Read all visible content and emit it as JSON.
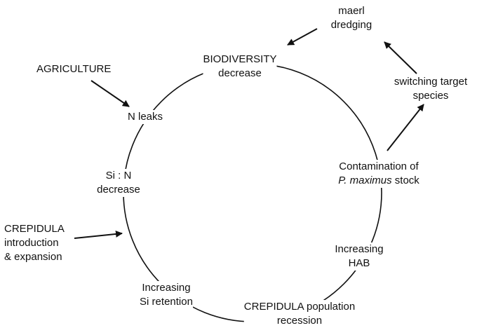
{
  "nodes": {
    "maerl": {
      "lines": [
        "maerl",
        "dredging"
      ]
    },
    "biodiversity": {
      "lines": [
        "BIODIVERSITY",
        "decrease"
      ]
    },
    "agriculture": {
      "lines": [
        "AGRICULTURE"
      ]
    },
    "switching": {
      "lines": [
        "switching target",
        "species"
      ]
    },
    "n_leaks": {
      "lines": [
        "N leaks"
      ]
    },
    "contamination": {
      "line1": "Contamination of",
      "line2_italic": "P. maximus",
      "line2_rest": " stock"
    },
    "si_n": {
      "lines": [
        "Si : N",
        "decrease"
      ]
    },
    "crepidula_intro": {
      "lines": [
        "CREPIDULA",
        "introduction",
        "& expansion"
      ]
    },
    "increasing_hab": {
      "lines": [
        "Increasing",
        "HAB"
      ]
    },
    "increasing_si": {
      "lines": [
        "Increasing",
        "Si retention"
      ]
    },
    "crepidula_recession": {
      "lines": [
        "CREPIDULA population",
        "recession"
      ]
    }
  },
  "style": {
    "ink": "#111111",
    "background": "#ffffff"
  }
}
